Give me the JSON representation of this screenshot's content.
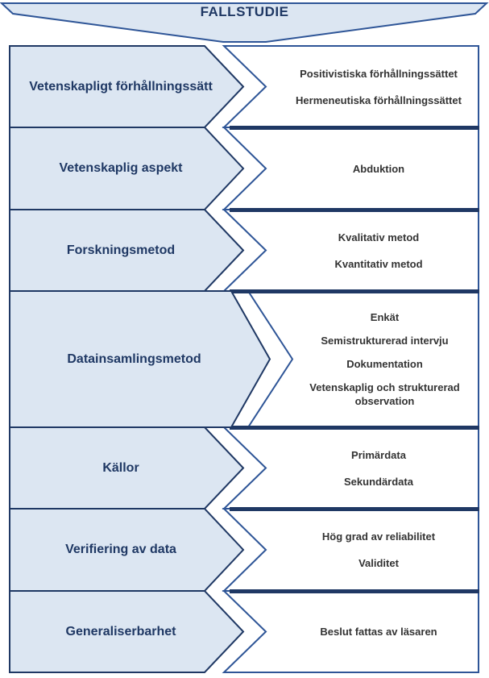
{
  "header": {
    "title": "FALLSTUDIE"
  },
  "rows": [
    {
      "label": "Vetenskapligt förhållningssätt",
      "items": [
        "Positivistiska  förhållningssättet",
        "Hermeneutiska  förhållningssättet"
      ]
    },
    {
      "label": "Vetenskaplig aspekt",
      "items": [
        "Abduktion"
      ]
    },
    {
      "label": "Forskningsmetod",
      "items": [
        "Kvalitativ  metod",
        "Kvantitativ  metod"
      ]
    },
    {
      "label": "Datainsamlingsmetod",
      "items": [
        "Enkät",
        "Semistrukturerad  intervju",
        "Dokumentation",
        "Vetenskaplig  och strukturerad  observation"
      ]
    },
    {
      "label": "Källor",
      "items": [
        "Primärdata",
        "Sekundärdata"
      ]
    },
    {
      "label": "Verifiering av data",
      "items": [
        "Hög grad av reliabilitet",
        "Validitet"
      ]
    },
    {
      "label": "Generaliserbarhet",
      "items": [
        "Beslut fattas av läsaren"
      ]
    }
  ],
  "colors": {
    "primary": "#1f3864",
    "accent": "#2e5597",
    "fill": "#dce6f2",
    "text": "#333333"
  }
}
